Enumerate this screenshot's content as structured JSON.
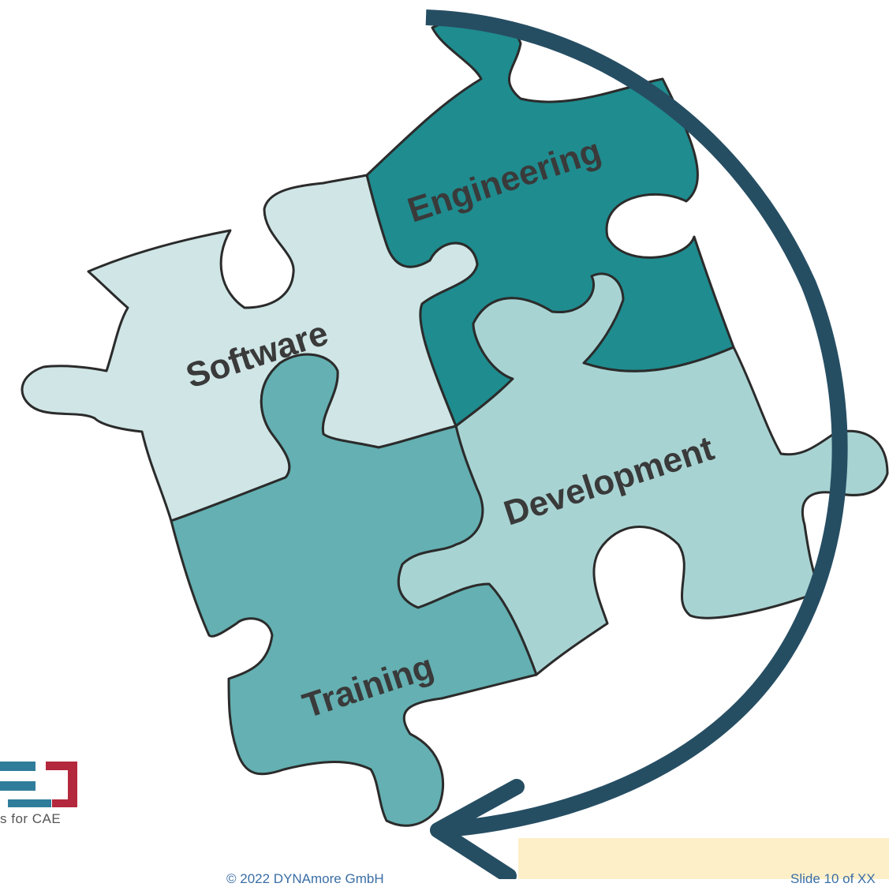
{
  "puzzle": {
    "pieces": [
      {
        "id": "software",
        "label": "Software",
        "color": "#cfe5e6"
      },
      {
        "id": "engineering",
        "label": "Engineering",
        "color": "#1f8c8f"
      },
      {
        "id": "training",
        "label": "Training",
        "color": "#64b0b2"
      },
      {
        "id": "development",
        "label": "Development",
        "color": "#a8d3d3"
      }
    ]
  },
  "cycle_arrow": {
    "color": "#264e63",
    "icon": "circular-arrow-icon"
  },
  "logo": {
    "tagline": "s for CAE",
    "bar_colors": [
      "#2f7d9a",
      "#b3283c"
    ]
  },
  "footer": {
    "copyright": "© 2022 DYNAmore GmbH",
    "slide_number": "Slide 10 of XX",
    "highlight_color": "#fdefc8"
  }
}
